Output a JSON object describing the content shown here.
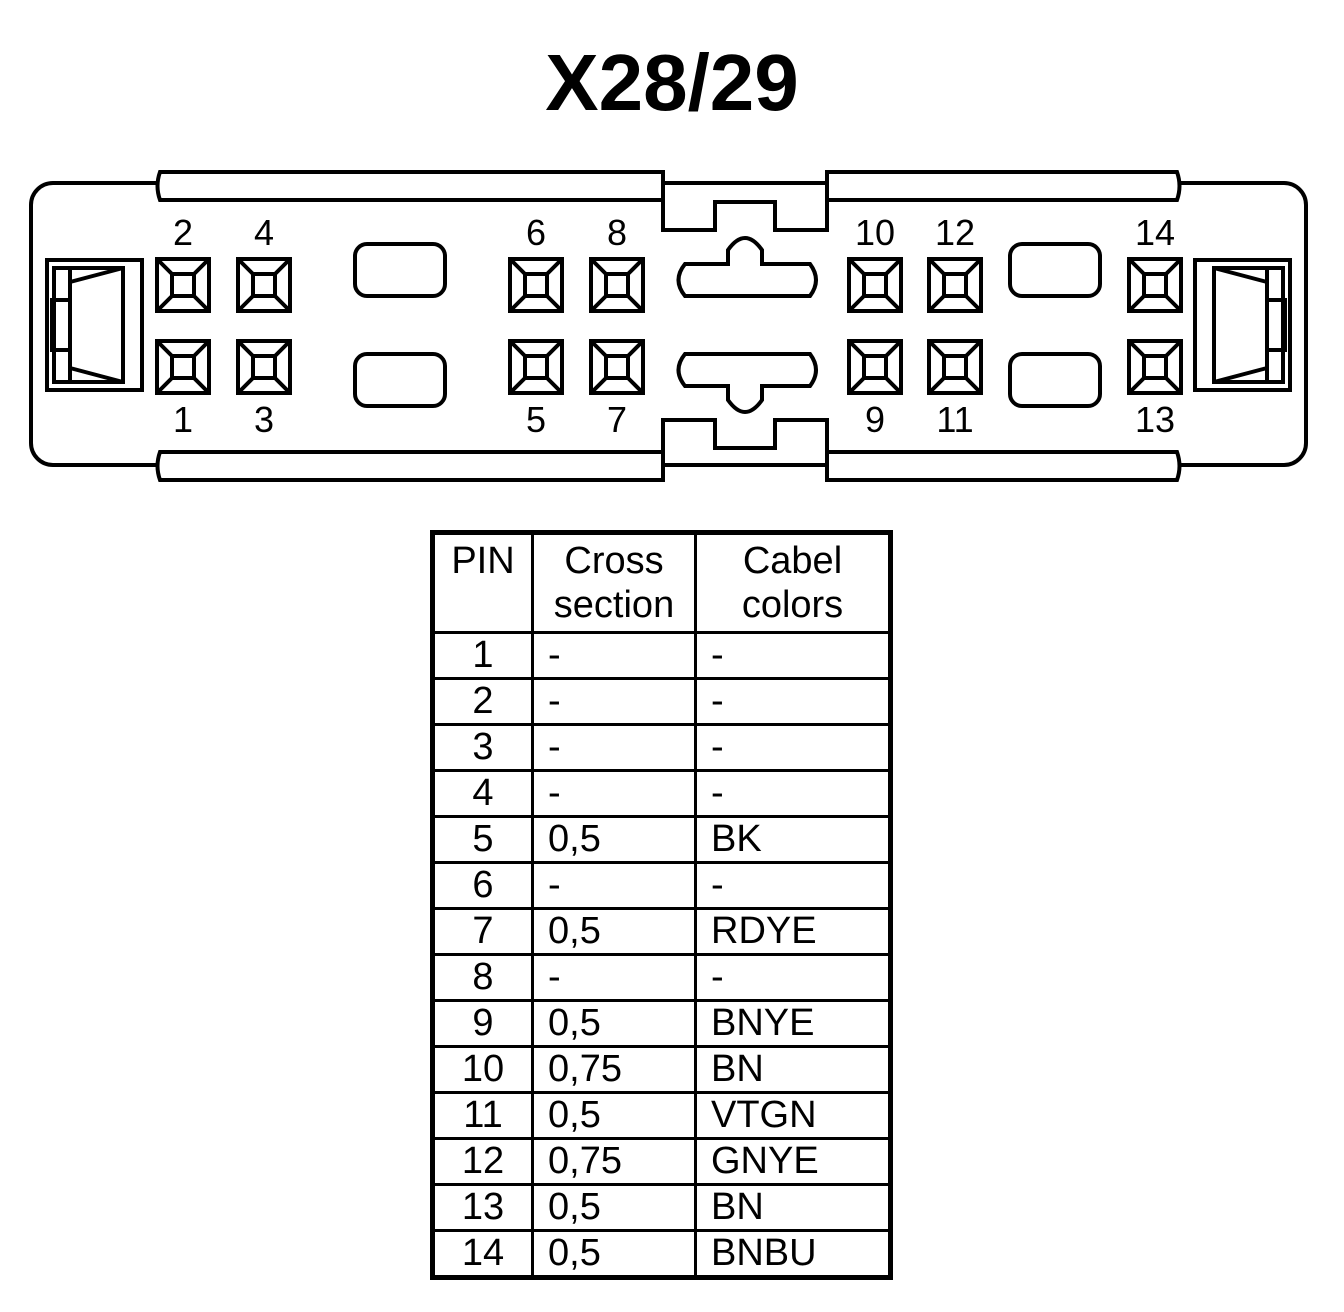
{
  "title": "X28/29",
  "pins_top": [
    "2",
    "4",
    "6",
    "8",
    "10",
    "12",
    "14"
  ],
  "pins_bottom": [
    "1",
    "3",
    "5",
    "7",
    "9",
    "11",
    "13"
  ],
  "table": {
    "headers": [
      "PIN",
      "Cross\nsection",
      "Cabel\ncolors"
    ],
    "rows": [
      {
        "pin": "1",
        "cross_section": "-",
        "color": "-"
      },
      {
        "pin": "2",
        "cross_section": "-",
        "color": "-"
      },
      {
        "pin": "3",
        "cross_section": "-",
        "color": "-"
      },
      {
        "pin": "4",
        "cross_section": "-",
        "color": "-"
      },
      {
        "pin": "5",
        "cross_section": "0,5",
        "color": "BK"
      },
      {
        "pin": "6",
        "cross_section": "-",
        "color": "-"
      },
      {
        "pin": "7",
        "cross_section": "0,5",
        "color": "RDYE"
      },
      {
        "pin": "8",
        "cross_section": "-",
        "color": "-"
      },
      {
        "pin": "9",
        "cross_section": "0,5",
        "color": "BNYE"
      },
      {
        "pin": "10",
        "cross_section": "0,75",
        "color": "BN"
      },
      {
        "pin": "11",
        "cross_section": "0,5",
        "color": "VTGN"
      },
      {
        "pin": "12",
        "cross_section": "0,75",
        "color": "GNYE"
      },
      {
        "pin": "13",
        "cross_section": "0,5",
        "color": "BN"
      },
      {
        "pin": "14",
        "cross_section": "0,5",
        "color": "BNBU"
      }
    ]
  }
}
